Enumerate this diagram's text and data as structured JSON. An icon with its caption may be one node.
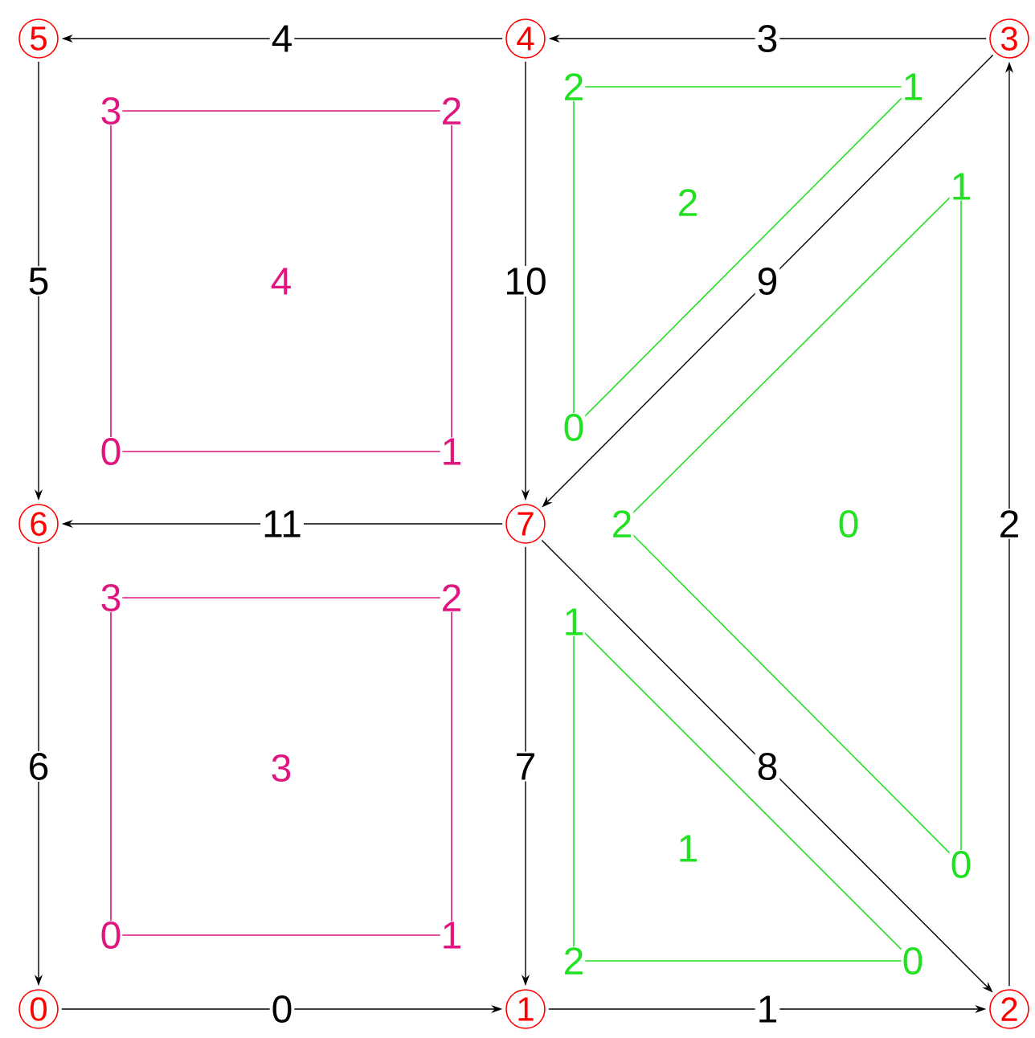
{
  "diagram": {
    "nodes": [
      {
        "text": [
          "0"
        ]
      },
      {
        "text": [
          "1"
        ]
      },
      {
        "text": [
          "2"
        ]
      },
      {
        "text": [
          "3"
        ]
      },
      {
        "text": [
          "4"
        ]
      },
      {
        "text": [
          "5"
        ]
      },
      {
        "text": [
          "6"
        ]
      },
      {
        "text": [
          "7"
        ]
      },
      {
        "text": [
          "1",
          "2",
          "0",
          "0"
        ]
      },
      {
        "text": [
          "1",
          "1",
          "2",
          "0"
        ]
      },
      {
        "text": [
          "2",
          "1",
          "2",
          "0"
        ]
      },
      {
        "text": [
          "3",
          "2",
          "3",
          "0",
          "1"
        ]
      },
      {
        "text": [
          "3",
          "2",
          "4",
          "0",
          "1"
        ]
      }
    ],
    "edges": [
      {
        "from": 0,
        "to": 1,
        "arrow": "to",
        "label": "0"
      },
      {
        "from": 1,
        "to": 2,
        "arrow": "to",
        "label": "1"
      },
      {
        "from": 2,
        "to": 3,
        "arrow": "to",
        "label": "2"
      },
      {
        "from": 3,
        "to": 4,
        "arrow": "to",
        "label": "3"
      },
      {
        "from": 4,
        "to": 5,
        "arrow": "to",
        "label": "4"
      },
      {
        "from": 5,
        "to": 6,
        "arrow": "to",
        "label": "5"
      },
      {
        "from": 6,
        "to": 0,
        "arrow": "to",
        "label": "6"
      },
      {
        "from": 7,
        "to": 1,
        "arrow": "to",
        "label": "7"
      },
      {
        "from": 7,
        "to": 2,
        "arrow": "to",
        "label": "8"
      },
      {
        "from": 3,
        "to": 7,
        "arrow": "to",
        "label": "9"
      },
      {
        "from": 4,
        "to": 7,
        "arrow": "to",
        "label": "10"
      },
      {
        "from": 7,
        "to": 6,
        "arrow": "to",
        "label": "11"
      }
    ]
  }
}
